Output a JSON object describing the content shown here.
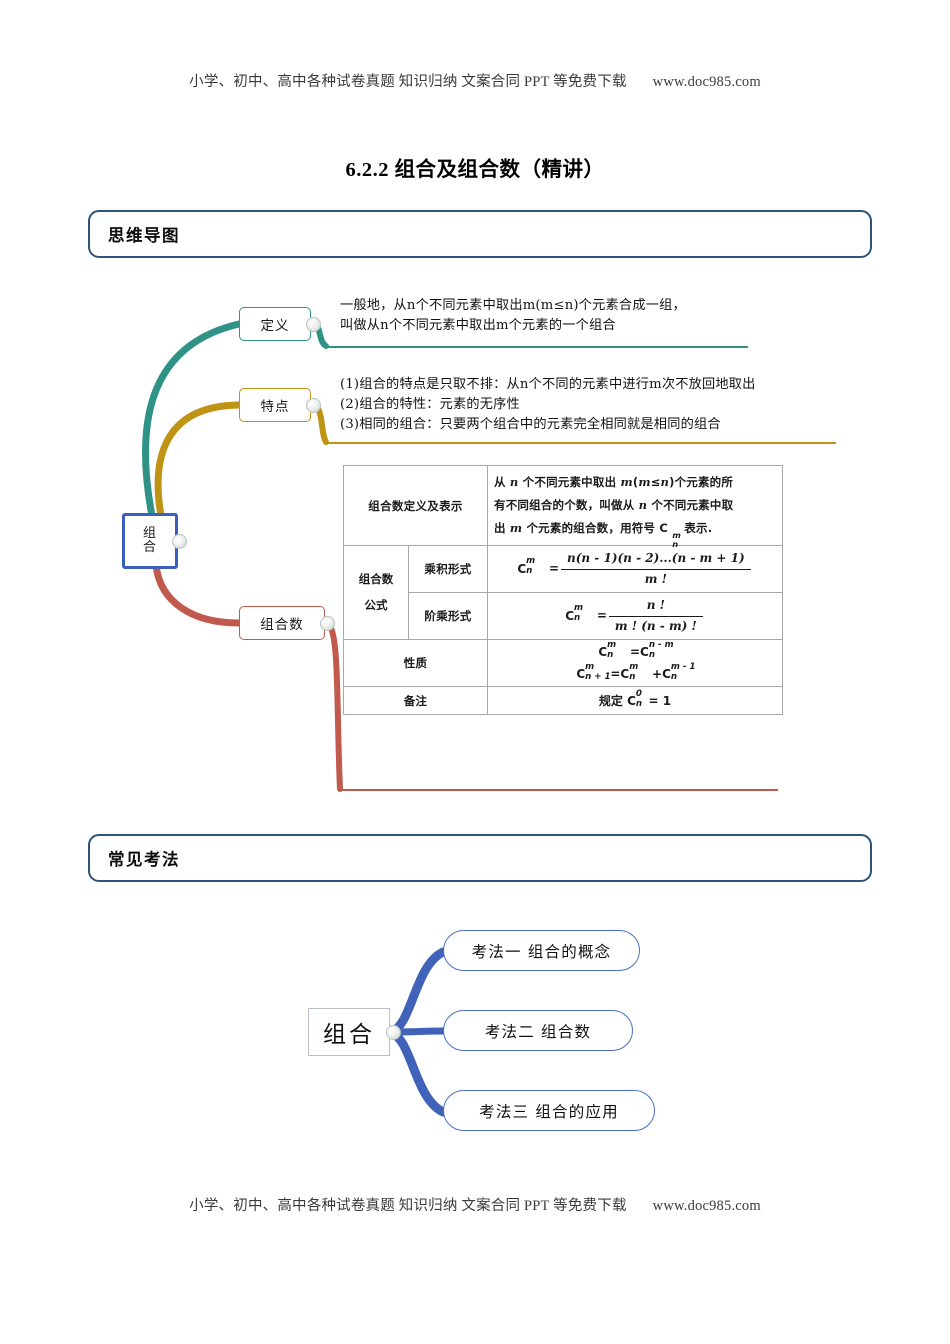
{
  "header": {
    "text": "小学、初中、高中各种试卷真题  知识归纳  文案合同  PPT 等免费下载",
    "url": "www.doc985.com"
  },
  "footer": {
    "text": "小学、初中、高中各种试卷真题  知识归纳  文案合同  PPT 等免费下载",
    "url": "www.doc985.com"
  },
  "title": "6.2.2  组合及组合数（精讲）",
  "sections": [
    {
      "label": "思维导图"
    },
    {
      "label": "常见考法"
    }
  ],
  "colors": {
    "section_border": "#2e5577",
    "root_border": "#3b5fc0",
    "definition": "#2f9287",
    "feature": "#bf9313",
    "count": "#c15a4c",
    "pill_border": "#4a6fc4"
  },
  "mindmap": {
    "root": {
      "line1": "组",
      "line2": "合"
    },
    "nodes": [
      {
        "label": "定义"
      },
      {
        "label": "特点"
      },
      {
        "label": "组合数"
      }
    ],
    "definition_text": {
      "line1": "一般地，从n个不同元素中取出m(m≤n)个元素合成一组，",
      "line2": "叫做从n个不同元素中取出m个元素的一个组合"
    },
    "feature_text": {
      "line1": "(1)组合的特点是只取不排：从n个不同的元素中进行m次不放回地取出",
      "line2": "(2)组合的特性：元素的无序性",
      "line3": "(3)相同的组合：只要两个组合中的元素完全相同就是相同的组合"
    },
    "table": {
      "row_define_label": "组合数定义及表示",
      "row_define_body": {
        "part1": "从 ",
        "n1": "n",
        "part2": " 个不同元素中取出 ",
        "m1": "m",
        "part3": "(",
        "m2": "m",
        "part4": "≤",
        "n2": "n",
        "part5": ")个元素的所",
        "line2a": "有不同组合的个数，叫做从 ",
        "n3": "n",
        "line2b": " 个不同元素中取",
        "line3a": "出 ",
        "m3": "m",
        "line3b": " 个元素的组合数，用符号 C ",
        "line3c": "表示."
      },
      "group_label_l1": "组合数",
      "group_label_l2": "公式",
      "row_product_label": "乘积形式",
      "row_product_num": "n(n - 1)(n - 2)...(n - m + 1)",
      "row_product_den": "m !",
      "row_factorial_label": "阶乘形式",
      "row_factorial_num": "n !",
      "row_factorial_den": "m ! (n - m) !",
      "row_property_label": "性质",
      "row_property_f1": "C n m = C n n-m",
      "row_property_f2": "C n+1 m = C n m + C n m-1",
      "row_note_label": "备注",
      "row_note_prefix": "规定 ",
      "row_note_formula": "C n 0 = 1"
    }
  },
  "exam_mindmap": {
    "root": "组合",
    "methods": [
      {
        "label": "考法一  组合的概念"
      },
      {
        "label": "考法二  组合数"
      },
      {
        "label": "考法三  组合的应用"
      }
    ]
  }
}
